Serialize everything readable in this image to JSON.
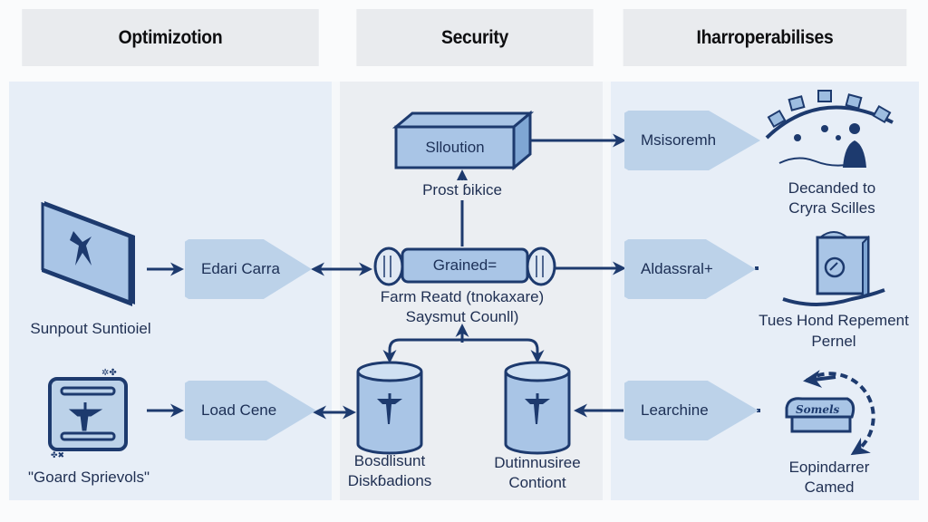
{
  "columns": [
    {
      "header": "Optimizotion"
    },
    {
      "header": "Security"
    },
    {
      "header": "Iharroperabilises"
    }
  ],
  "optimization": {
    "icon1_caption": "Sunpout Suntioiel",
    "node1": "Edari Carra",
    "icon2_caption": "\"Goard Sprievols\"",
    "node2": "Load Cene"
  },
  "security": {
    "top_box": "Slloution",
    "top_caption": "Prost ɓikice",
    "center_node": "Grained=",
    "center_caption_line1": "Farm Reatd (tnokaxare)",
    "center_caption_line2": "Saysmut Counll)",
    "db_left_line1": "Bosdlisunt",
    "db_left_line2": "Diskɓadions",
    "db_right_line1": "Dutinnusiree",
    "db_right_line2": "Contiont"
  },
  "interoperability": {
    "node1": "Msisoremh",
    "icon1_line1": "Decanded to",
    "icon1_line2": "Cryra Scilles",
    "node2": "Aldassral+",
    "icon2_line1": "Tues Hond Repement",
    "icon2_line2": "Pernel",
    "node3": "Learchine",
    "icon3_line1": "Eopindarrer",
    "icon3_line2": "Camed"
  },
  "colors": {
    "stroke": "#1d3a6e",
    "fill_light": "#bcd2e9",
    "fill_mid": "#9dbde0",
    "panel_bg": "#e7eef7"
  }
}
